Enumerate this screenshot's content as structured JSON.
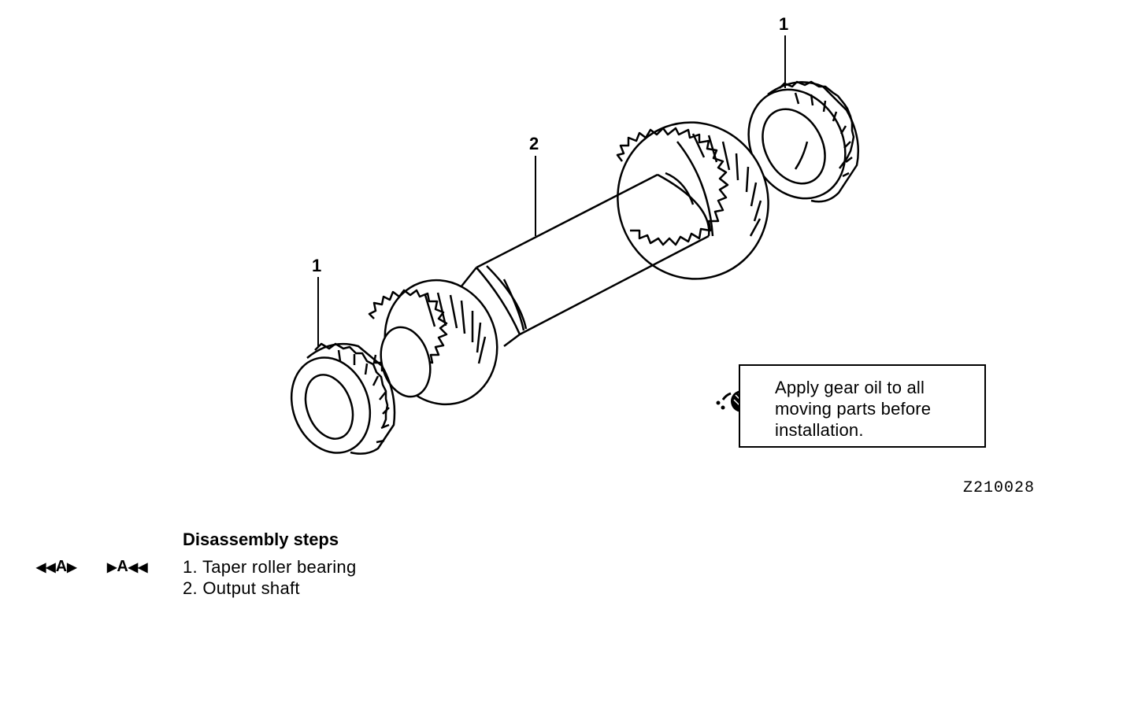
{
  "callouts": {
    "bearing_top": "1",
    "shaft": "2",
    "bearing_left": "1"
  },
  "note": {
    "text_line1": "Apply gear oil to all",
    "text_line2": "moving parts before",
    "text_line3": "installation."
  },
  "figure_code": "Z210028",
  "steps": {
    "title": "Disassembly steps",
    "items": [
      "1. Taper roller bearing",
      "2. Output shaft"
    ],
    "marker_removal_letter": "A",
    "marker_install_letter": "A"
  }
}
